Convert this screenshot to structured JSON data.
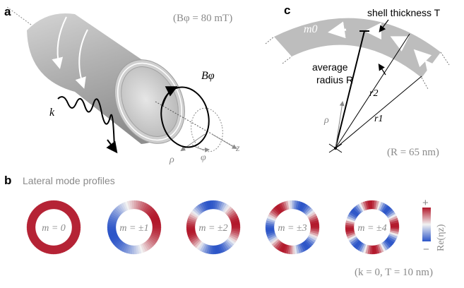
{
  "panels": {
    "a": {
      "letter": "a",
      "field_note": "(Bφ = 80 mT)",
      "field_label": "Bφ",
      "wave_label": "k",
      "rho_label": "ρ",
      "phi_label": "φ",
      "z_label": "z"
    },
    "b": {
      "letter": "b",
      "title": "Lateral mode profiles",
      "rings": [
        {
          "label": "m = 0",
          "m": 0
        },
        {
          "label": "m = ±1",
          "m": 1
        },
        {
          "label": "m = ±2",
          "m": 2
        },
        {
          "label": "m = ±3",
          "m": 3
        },
        {
          "label": "m = ±4",
          "m": 4
        }
      ],
      "colorbar_plus": "+",
      "colorbar_minus": "−",
      "colorbar_label": "Re(ηz)",
      "note": "(k = 0, T = 10 nm)"
    },
    "c": {
      "letter": "c",
      "shell_label": "shell thickness T",
      "m0_label": "m0",
      "radius_label_line1": "average",
      "radius_label_line2": "radius R",
      "r2_label": "r2",
      "r1_label": "r1",
      "rho_label": "ρ",
      "note": "(R = 65 nm)"
    }
  },
  "colors": {
    "positive": "#b2182b",
    "neutral": "#f2f2f2",
    "negative": "#2c55c8",
    "tube": "#a9a9a9",
    "shell": "#bdbdbd"
  }
}
